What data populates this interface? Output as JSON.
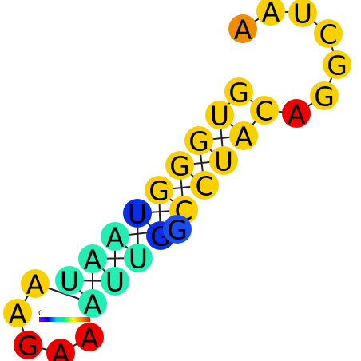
{
  "nucleotides": [
    {
      "id": 1,
      "base": "A",
      "color": "#f08c00"
    },
    {
      "id": 2,
      "base": "A",
      "color": "#f8d000"
    },
    {
      "id": 3,
      "base": "U",
      "color": "#f8d000"
    },
    {
      "id": 4,
      "base": "C",
      "color": "#f8d000"
    },
    {
      "id": 5,
      "base": "G",
      "color": "#f8d000"
    },
    {
      "id": 6,
      "base": "G",
      "color": "#f8d000"
    },
    {
      "id": 7,
      "base": "A",
      "color": "#ee0000"
    },
    {
      "id": 8,
      "base": "C",
      "color": "#f8d000"
    },
    {
      "id": 9,
      "base": "G",
      "color": "#f8d000"
    },
    {
      "id": 10,
      "base": "U",
      "color": "#f8d000"
    },
    {
      "id": 11,
      "base": "A",
      "color": "#f8d000"
    },
    {
      "id": 12,
      "base": "G",
      "color": "#f8d000"
    },
    {
      "id": 13,
      "base": "U",
      "color": "#f8d000"
    },
    {
      "id": 14,
      "base": "G",
      "color": "#f8d000"
    },
    {
      "id": 15,
      "base": "C",
      "color": "#f8d000"
    },
    {
      "id": 16,
      "base": "G",
      "color": "#f8d000"
    },
    {
      "id": 17,
      "base": "C",
      "color": "#f8d000"
    },
    {
      "id": 18,
      "base": "U",
      "color": "#0a2ee8"
    },
    {
      "id": 19,
      "base": "G",
      "color": "#0a2ee8"
    },
    {
      "id": 20,
      "base": "G",
      "color": "#1a4cf0"
    },
    {
      "id": 21,
      "base": "A",
      "color": "#22eeb4"
    },
    {
      "id": 22,
      "base": "U",
      "color": "#22eeb4"
    },
    {
      "id": 23,
      "base": "A",
      "color": "#22eeb4"
    },
    {
      "id": 24,
      "base": "U",
      "color": "#22eeb4"
    },
    {
      "id": 25,
      "base": "U",
      "color": "#22eeb4"
    },
    {
      "id": 26,
      "base": "A",
      "color": "#22eeb4"
    },
    {
      "id": 27,
      "base": "A",
      "color": "#f8d000"
    },
    {
      "id": 28,
      "base": "A",
      "color": "#f8d000"
    },
    {
      "id": 29,
      "base": "G",
      "color": "#ee0000"
    },
    {
      "id": 30,
      "base": "A",
      "color": "#ee0000"
    },
    {
      "id": 31,
      "base": "A",
      "color": "#ee0000"
    }
  ],
  "scale": {
    "min_label": "0",
    "gradient_colors": [
      "#8800ff",
      "#0000ff",
      "#00ccff",
      "#00ff66",
      "#ffff00",
      "#ff8800",
      "#ff0000"
    ]
  }
}
